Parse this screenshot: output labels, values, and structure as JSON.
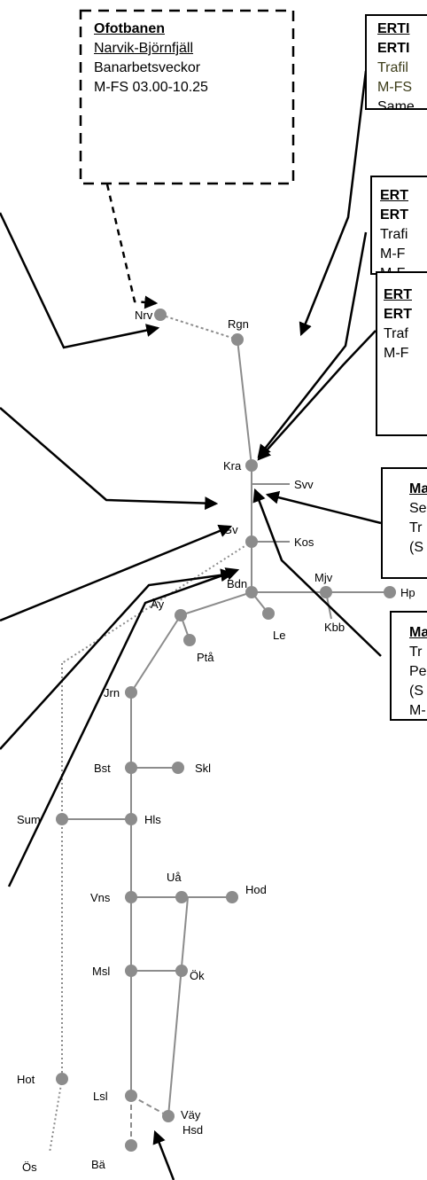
{
  "boxes": {
    "ofot": {
      "title": "Ofotbanen",
      "line1": "Narvik-Björnfjäll",
      "line2": "Banarbetsveckor",
      "line3": "M-FS 03.00-10.25"
    },
    "ert1": {
      "line1": "ERTI",
      "line2": "ERTI",
      "line3": "Trafil",
      "line4": "M-FS",
      "line5": "Same"
    },
    "ert2": {
      "line1": "ERT",
      "line2": "ERT",
      "line3": "Trafi",
      "line4": "M-F",
      "line5": "M-F"
    },
    "ert3": {
      "line1": "ERT",
      "line2": "ERT",
      "line3": "Traf",
      "line4": "M-F"
    },
    "ma1": {
      "line1": "Ma",
      "line2": "Se",
      "line3": "Tr",
      "line4": "(S"
    },
    "ma2": {
      "line1": "Ma",
      "line2": "Tr",
      "line3": "Pe",
      "line4": "(S",
      "line5": "M-"
    }
  },
  "stations": {
    "nrv": "Nrv",
    "rgn": "Rgn",
    "kra": "Kra",
    "svv": "Svv",
    "gv": "Gv",
    "kos": "Kos",
    "bdn": "Bdn",
    "mjv": "Mjv",
    "hp": "Hp",
    "kbb": "Kbb",
    "le": "Le",
    "ay": "Äy",
    "pta": "Ptå",
    "jrn": "Jrn",
    "bst": "Bst",
    "skl": "Skl",
    "sum": "Sum",
    "hls": "Hls",
    "ua": "Uå",
    "hod": "Hod",
    "vns": "Vns",
    "msl": "Msl",
    "ok": "Ök",
    "hot": "Hot",
    "lsl": "Lsl",
    "vay": "Väy",
    "hsd": "Hsd",
    "os": "Ös",
    "ba": "Bä"
  },
  "colors": {
    "track": "#8c8c8c",
    "node": "#8c8c8c",
    "arrow": "#000000",
    "olive_text": "#3d3d1a"
  }
}
